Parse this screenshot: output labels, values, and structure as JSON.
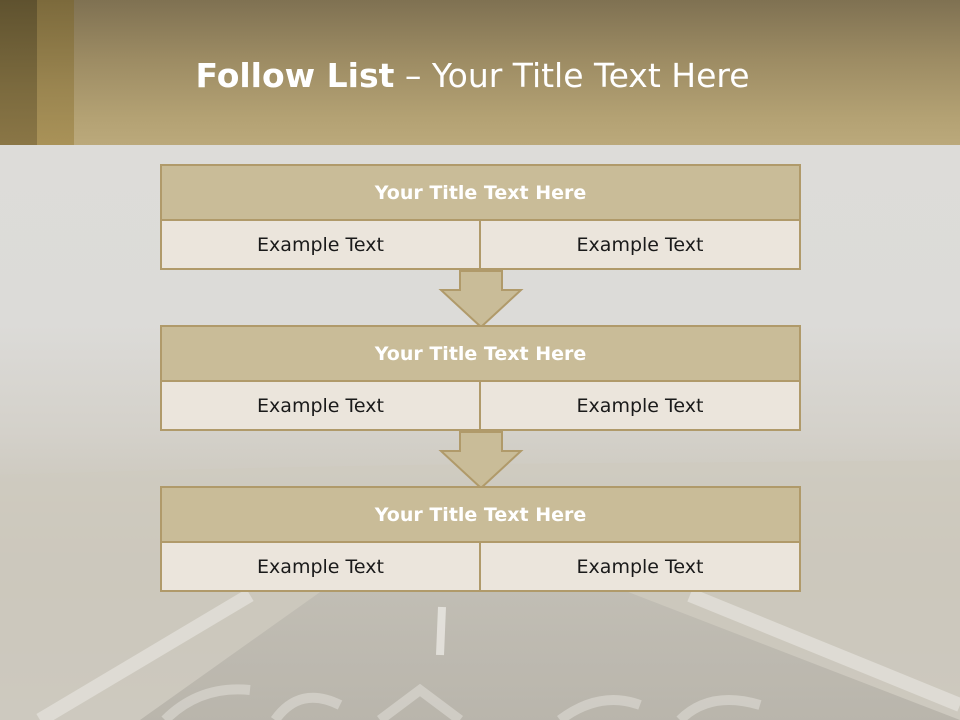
{
  "slide": {
    "title_bold": "Follow List",
    "title_rest": " – Your Title Text Here"
  },
  "blocks": [
    {
      "title": "Your Title Text Here",
      "left_text": "Example Text",
      "right_text": "Example Text"
    },
    {
      "title": "Your Title Text Here",
      "left_text": "Example Text",
      "right_text": "Example Text"
    },
    {
      "title": "Your Title Text Here",
      "left_text": "Example Text",
      "right_text": "Example Text"
    }
  ],
  "colors": {
    "header": "#b3a173",
    "block_title_fill": "#c9bc98",
    "block_cell_fill": "#ebe5dc",
    "border": "#b09a6a"
  },
  "icons": [
    "down-arrow-icon"
  ]
}
